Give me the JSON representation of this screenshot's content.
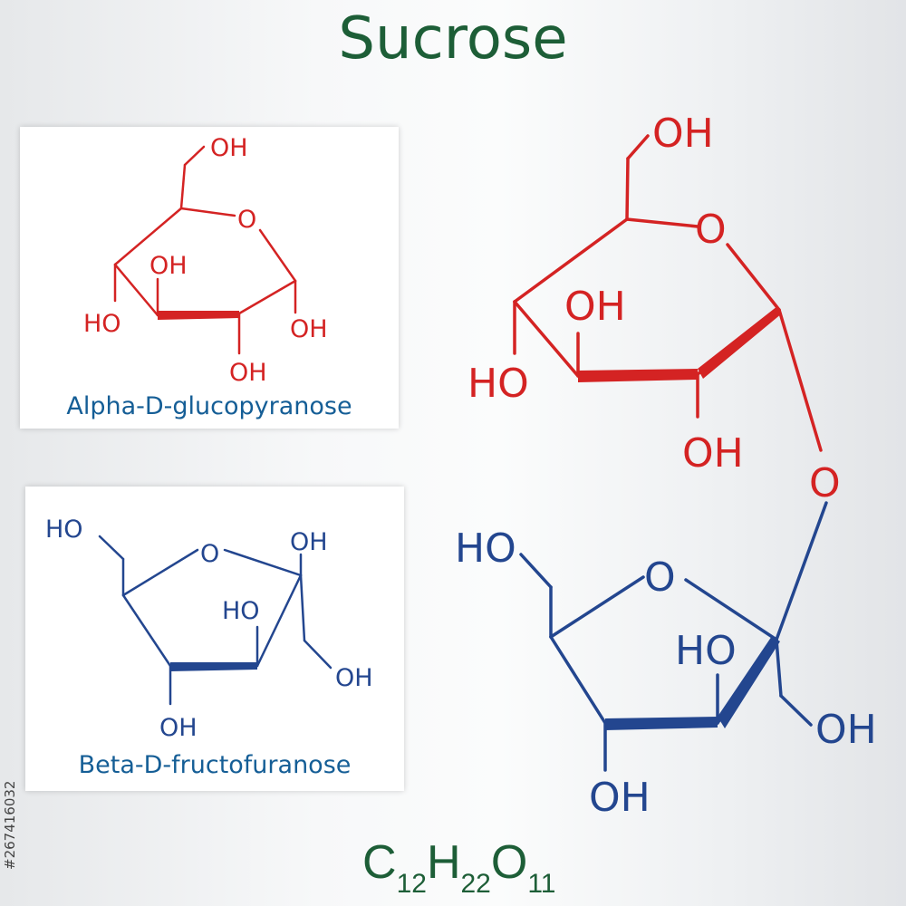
{
  "title": "Sucrose",
  "colors": {
    "glucose": "#d42323",
    "fructose": "#23468f",
    "title": "#1d5e37",
    "caption": "#155e96"
  },
  "alpha_box": {
    "caption": "Alpha-D-glucopyranose"
  },
  "beta_box": {
    "caption": "Beta-D-fructofuranose"
  },
  "atoms": {
    "oh": "OH",
    "ho": "HO",
    "o": "O"
  },
  "formula": {
    "c": "C",
    "c_sub": "12",
    "h": "H",
    "h_sub": "22",
    "o": "O",
    "o_sub": "11"
  },
  "stock_id": "#267416032"
}
